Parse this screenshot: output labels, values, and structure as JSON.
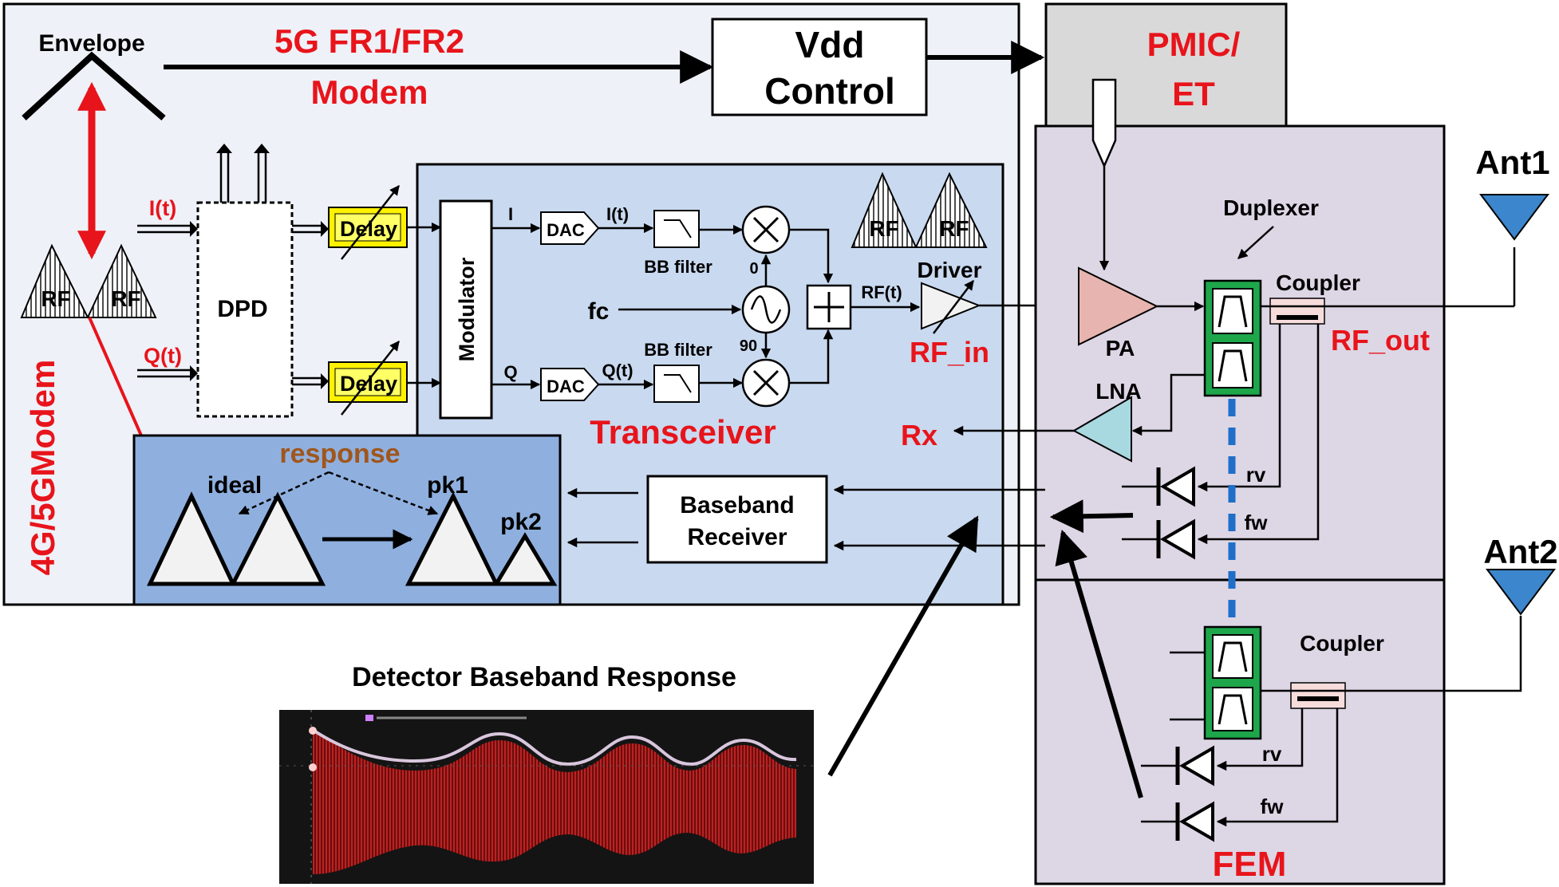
{
  "labels": {
    "envelope": "Envelope",
    "modem_line1": "5G FR1/FR2",
    "modem_line2": "Modem",
    "vdd_line1": "Vdd",
    "vdd_line2": "Control",
    "pmic_line1": "PMIC/",
    "pmic_line2": "ET",
    "modem_4g5g": "4G/5GModem",
    "it": "I(t)",
    "qt": "Q(t)",
    "dpd": "DPD",
    "delay": "Delay",
    "modulator": "Modulator",
    "i": "I",
    "q": "Q",
    "dac": "DAC",
    "bb_filter": "BB filter",
    "zero": "0",
    "ninety": "90",
    "fc": "fc",
    "rft": "RF(t)",
    "driver": "Driver",
    "rf_in": "RF_in",
    "rf": "RF",
    "transceiver": "Transceiver",
    "rx": "Rx",
    "response": "response",
    "ideal": "ideal",
    "pk1": "pk1",
    "pk2": "pk2",
    "baseband_line1": "Baseband",
    "baseband_line2": "Receiver",
    "duplexer": "Duplexer",
    "coupler": "Coupler",
    "rf_out": "RF_out",
    "pa": "PA",
    "lna": "LNA",
    "rv": "rv",
    "fw": "fw",
    "ant1": "Ant1",
    "ant2": "Ant2",
    "fem": "FEM",
    "detector_title": "Detector Baseband Response"
  },
  "colors": {
    "red_label": "#e8141b",
    "brown_label": "#a0561c",
    "modem_bg": "#eef1f8",
    "transceiver_bg": "#c9d9ef",
    "response_bg": "#8fb0df",
    "pmic_bg": "#d9d9d9",
    "fem_bg": "#ddd6e5",
    "duplexer_green": "#1ea64b",
    "delay_yellow": "#fff200",
    "pa_fill": "#e8b4b0",
    "lna_fill": "#a8d8e0",
    "antenna_blue": "#3b86cc",
    "dashed_blue": "#1f6fc9"
  }
}
